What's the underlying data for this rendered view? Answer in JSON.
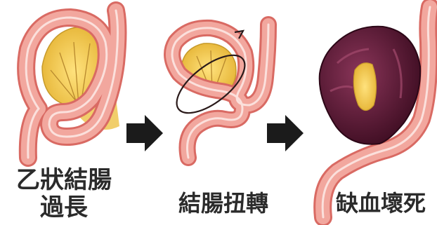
{
  "labels": {
    "stage1_line1": "乙狀結腸",
    "stage1_line2": "過長",
    "stage2": "結腸扭轉",
    "stage3": "缺血壞死"
  },
  "icons": {
    "arrow1": "right-arrow-icon",
    "arrow2": "right-arrow-icon",
    "twist": "rotation-arrow-icon"
  },
  "colors": {
    "colon_pink": "#f2a79e",
    "colon_outline": "#d96a63",
    "mesentery_yellow": "#f3d36b",
    "necrotic_purple": "#5c1a36",
    "arrow_dark": "#1b1b1b"
  }
}
